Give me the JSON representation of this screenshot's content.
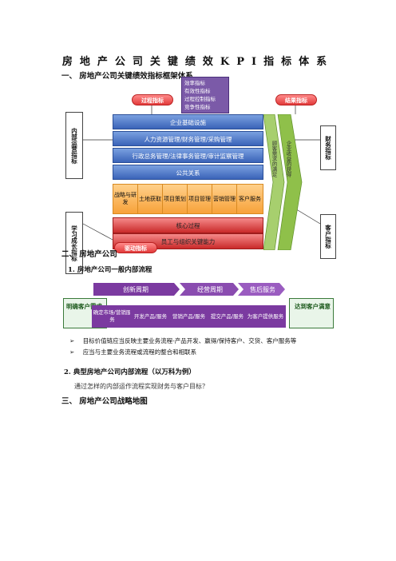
{
  "doc": {
    "title": "房地产公司关键绩效KPI指标体系",
    "section1": "一、 房地产公司关键绩效指标框架体系",
    "section2": "二、 房地产公司",
    "sub1": "1. 房地产公司一般内部流程",
    "sub2": "2.   典型房地产公司内部流程（以万科为例）",
    "sub2_text": "通过怎样的内部运作流程实现财务与客户目标？",
    "section3": "三、 房地产公司战略地图"
  },
  "framework": {
    "top_note": [
      "效率指标",
      "有效性指标",
      "过程控制指标",
      "竞争性指标"
    ],
    "process_label": "过程指标",
    "result_label": "结果指标",
    "driver_label": "驱动指标",
    "left_box1": "内部运营指标",
    "left_box2": "学习成长指标",
    "right_box1": "财务指标",
    "right_box2": "客户指标",
    "bands": [
      "企业基础设施",
      "人力资源管理/财务管理/采购管理",
      "行政总务管理/法律事务管理/审计监察管理",
      "公共关系"
    ],
    "orange": [
      "战略与研发",
      "土地获取",
      "项目策划",
      "项目管理",
      "营销管理",
      "客户服务"
    ],
    "red": [
      "核心过程",
      "员工与组织关键能力"
    ],
    "arrow1": "顾客需求的满足",
    "arrow2": "企业收益的获得"
  },
  "process": {
    "phases": [
      "创新周期",
      "经营周期",
      "售后服务"
    ],
    "start": "明确客户需求",
    "end": "达到客户满意",
    "steps": [
      "确定市场/营销服务",
      "开发产品/服务",
      "营销产品/服务",
      "提交产品/服务",
      "为客户提供服务"
    ],
    "bullets": [
      "目标价值链应当反映主要业务流程-产品开发、赢得/保持客户、交货、客户服务等",
      "应当与主要业务流程或流程的整合和相联系"
    ]
  },
  "colors": {
    "blue": "#3a63b8",
    "orange": "#f7a23a",
    "red": "#c92a2a",
    "green": "#8fc04a",
    "purple": "#7b3aa0"
  }
}
